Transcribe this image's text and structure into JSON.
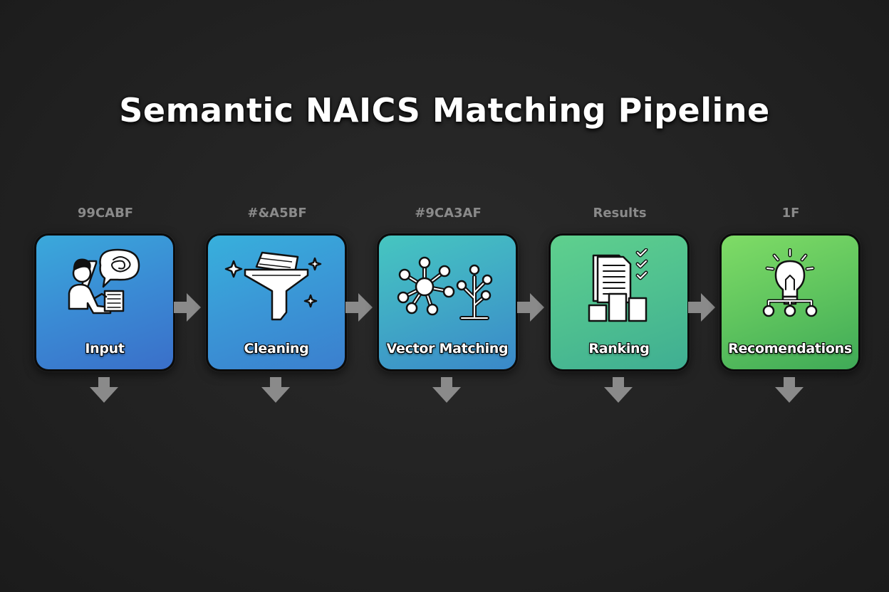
{
  "title": "Semantic NAICS Matching Pipeline",
  "steps": [
    {
      "header": "99CABF",
      "label": "Input",
      "icon": "person-at-keyboard-icon",
      "color_top": "#3aa9db",
      "color_bottom": "#3a6fc9"
    },
    {
      "header": "#&A5BF",
      "label": "Cleaning",
      "icon": "funnel-icon",
      "color_top": "#38b0dc",
      "color_bottom": "#3b7fce"
    },
    {
      "header": "#9CA3AF",
      "label": "Vector Matching",
      "icon": "network-graph-icon",
      "color_top": "#46c6c0",
      "color_bottom": "#3a88c9"
    },
    {
      "header": "Results",
      "label": "Ranking",
      "icon": "documents-chart-icon",
      "color_top": "#5fd08d",
      "color_bottom": "#3fae92"
    },
    {
      "header": "1F",
      "label": "Recomendations",
      "icon": "lightbulb-icon",
      "color_top": "#7fdc66",
      "color_bottom": "#3faa57"
    }
  ],
  "arrow_color": "#8a8a8a"
}
